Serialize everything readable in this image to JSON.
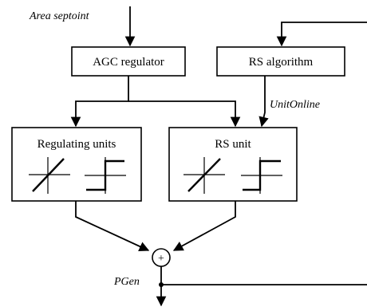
{
  "diagram": {
    "area_setpoint_label": "Area septoint",
    "agc_regulator_label": "AGC regulator",
    "rs_algorithm_label": "RS algorithm",
    "unit_online_label": "UnitOnline",
    "regulating_units_label": "Regulating units",
    "rs_unit_label": "RS unit",
    "sum_symbol": "+",
    "pgen_label": "PGen"
  }
}
